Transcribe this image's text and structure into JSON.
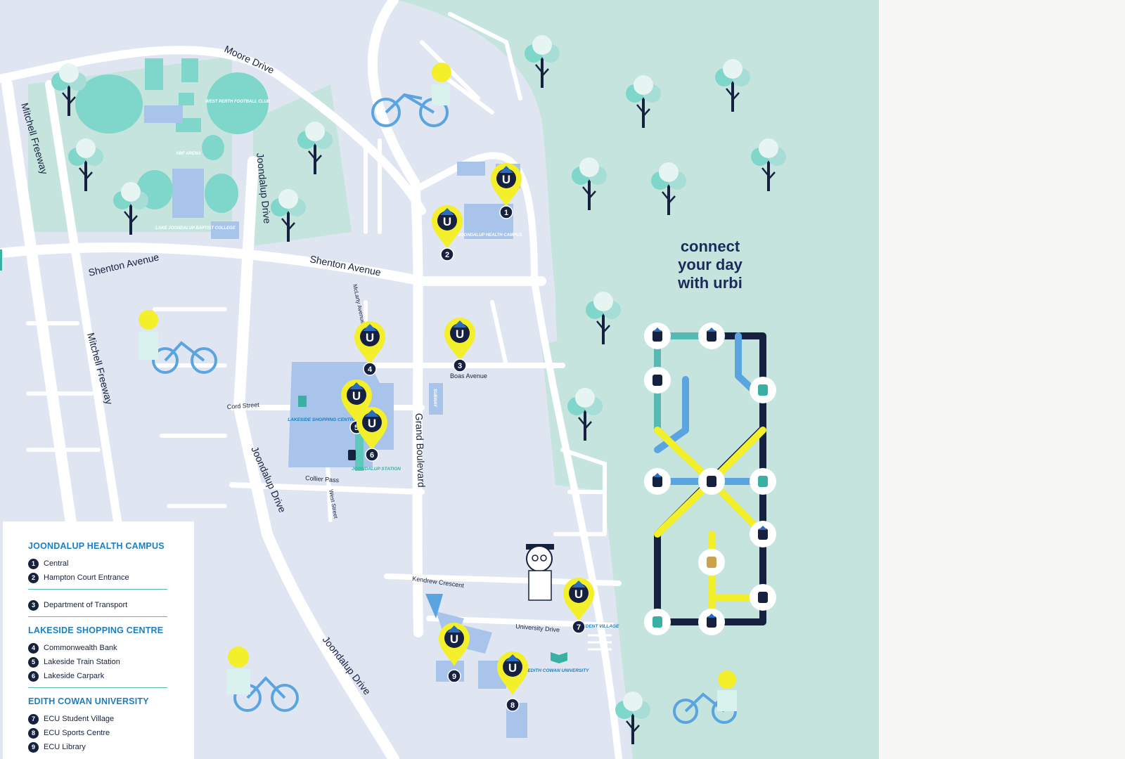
{
  "tagline": {
    "line1": "connect",
    "line2": "your day",
    "line3": "with urbi"
  },
  "colors": {
    "park": "#c6e4de",
    "land": "#dfe6f2",
    "road": "#ffffff",
    "building": "#a8c4eb",
    "field": "#7fd6cb",
    "marker_yellow": "#f3ef2b",
    "navy": "#16213f",
    "teal": "#57b9b3",
    "blue_label": "#1b7fc4"
  },
  "streets": {
    "moore": "Moore Drive",
    "mitchell": "Mitchell Freeway",
    "shenton": "Shenton Avenue",
    "joondalup": "Joondalup Drive",
    "mclarty": "McLarty Avenue",
    "boas": "Boas Avenue",
    "cord": "Cord Street",
    "grand": "Grand Boulevard",
    "collier": "Collier Pass",
    "west": "West Street",
    "kendrew": "Kendrew Crescent",
    "university": "University Drive"
  },
  "places": {
    "wpfc": "WEST PERTH FOOTBALL CLUB",
    "hbf": "HBF ARENA",
    "ljbc": "LAKE JOONDALUP BAPTIST COLLEGE",
    "jhc": "JOONDALUP HEALTH CAMPUS",
    "lsc": "LAKESIDE SHOPPING CENTRE",
    "station": "JOONDALUP STATION",
    "subway": "SUBWAY",
    "village": "STUDENT VILLAGE",
    "ecu": "EDITH COWAN UNIVERSITY"
  },
  "markers": [
    "1",
    "2",
    "3",
    "4",
    "5",
    "6",
    "7",
    "8",
    "9"
  ],
  "marker_letter": "U",
  "legend": {
    "groups": [
      {
        "heading": "JOONDALUP HEALTH CAMPUS",
        "items": [
          {
            "num": "1",
            "label": "Central"
          },
          {
            "num": "2",
            "label": "Hampton Court Entrance"
          }
        ]
      },
      {
        "heading": "",
        "items": [
          {
            "num": "3",
            "label": "Department of Transport"
          }
        ]
      },
      {
        "heading": "LAKESIDE SHOPPING CENTRE",
        "items": [
          {
            "num": "4",
            "label": "Commonwealth Bank"
          },
          {
            "num": "5",
            "label": "Lakeside Train Station"
          },
          {
            "num": "6",
            "label": "Lakeside Carpark"
          }
        ]
      },
      {
        "heading": "EDITH COWAN UNIVERSITY",
        "items": [
          {
            "num": "7",
            "label": "ECU Student Village"
          },
          {
            "num": "8",
            "label": "ECU Sports Centre"
          },
          {
            "num": "9",
            "label": "ECU Library"
          }
        ]
      }
    ]
  },
  "route_diagram": {
    "lines": [
      "navy",
      "teal",
      "blue",
      "yellow"
    ],
    "nodes": [
      "urbi-station-icon",
      "urbi-station-icon",
      "coffee-icon",
      "home-icon",
      "urbi-station-icon",
      "train-icon",
      "book-icon",
      "urbi-station-icon",
      "burger-icon",
      "coffee-icon",
      "shopping-bag-icon",
      "urbi-station-icon"
    ]
  }
}
